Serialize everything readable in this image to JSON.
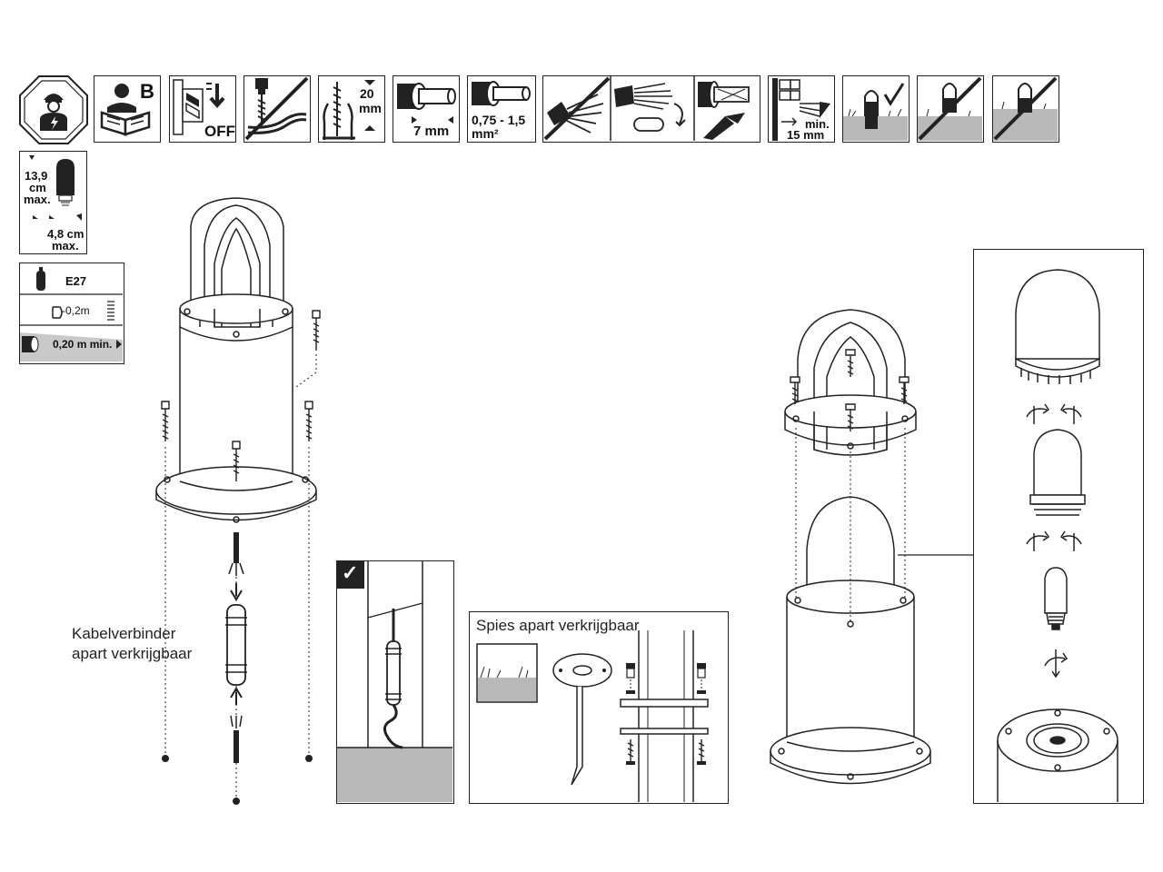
{
  "icons": {
    "switch_off": "OFF",
    "read_manual_letter": "B",
    "depth": "20",
    "depth_unit": "mm",
    "strip": "7 mm",
    "cross_section_a": "0,75 - 1,5",
    "cross_section_b": "mm²",
    "min_label": "min.",
    "min_value": "15 mm"
  },
  "lamp_spec": {
    "height_value": "13,9",
    "height_unit": "cm",
    "height_max": "max.",
    "width_value": "4,8 cm",
    "width_max": "max."
  },
  "socket_spec": {
    "socket": "E27",
    "distance_a": "-0,2m",
    "distance_b": "0,20 m min."
  },
  "captions": {
    "cable_connector_line1": "Kabelverbinder",
    "cable_connector_line2": "apart verkrijgbaar",
    "spike": "Spies apart verkrijgbaar",
    "check": "✓"
  },
  "colors": {
    "line": "#222222",
    "ground": "#b9b9b9"
  }
}
